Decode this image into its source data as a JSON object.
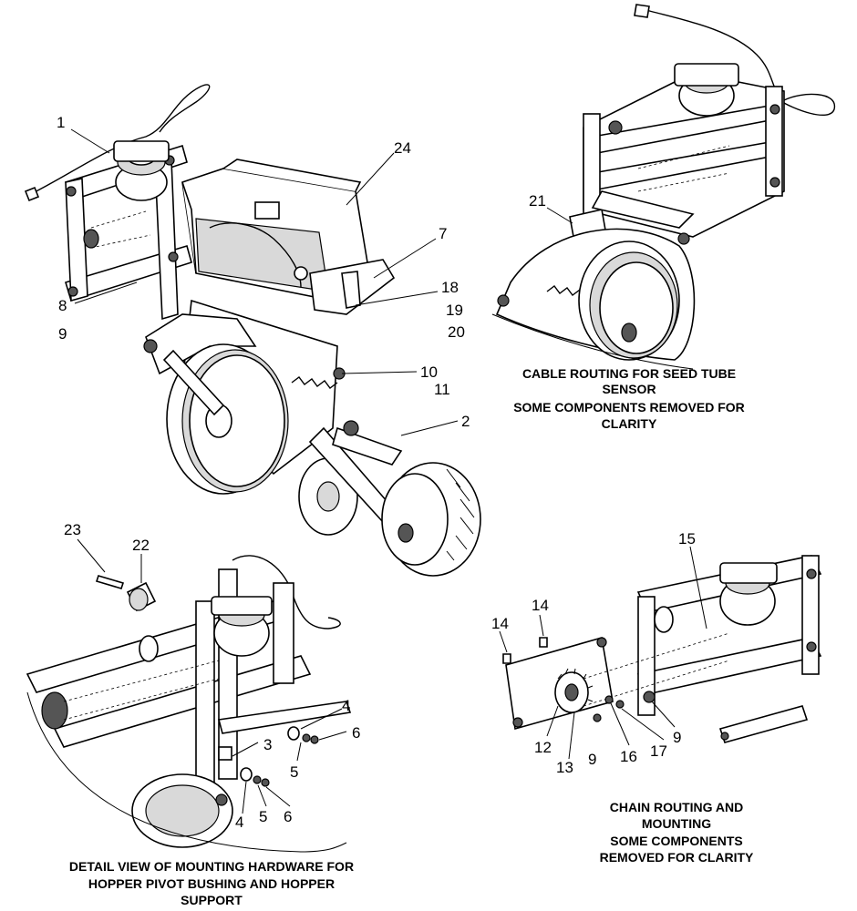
{
  "callouts": {
    "c1": "1",
    "c2": "2",
    "c3": "3",
    "c4a": "4",
    "c4b": "4",
    "c5a": "5",
    "c5b": "5",
    "c6a": "6",
    "c6b": "6",
    "c7": "7",
    "c8": "8",
    "c9a": "9",
    "c9b": "9",
    "c9c": "9",
    "c10": "10",
    "c11": "11",
    "c12": "12",
    "c13": "13",
    "c14a": "14",
    "c14b": "14",
    "c15": "15",
    "c16": "16",
    "c17": "17",
    "c18": "18",
    "c19": "19",
    "c20": "20",
    "c21": "21",
    "c22": "22",
    "c23": "23",
    "c24": "24"
  },
  "captions": {
    "cable": [
      "CABLE ROUTING FOR SEED TUBE",
      "SENSOR",
      "SOME COMPONENTS REMOVED FOR",
      "CLARITY"
    ],
    "chain": [
      "CHAIN ROUTING AND",
      "MOUNTING",
      "SOME COMPONENTS",
      "REMOVED FOR CLARITY"
    ],
    "detail": [
      "DETAIL VIEW OF MOUNTING HARDWARE FOR",
      "HOPPER PIVOT BUSHING AND HOPPER",
      "SUPPORT"
    ]
  }
}
